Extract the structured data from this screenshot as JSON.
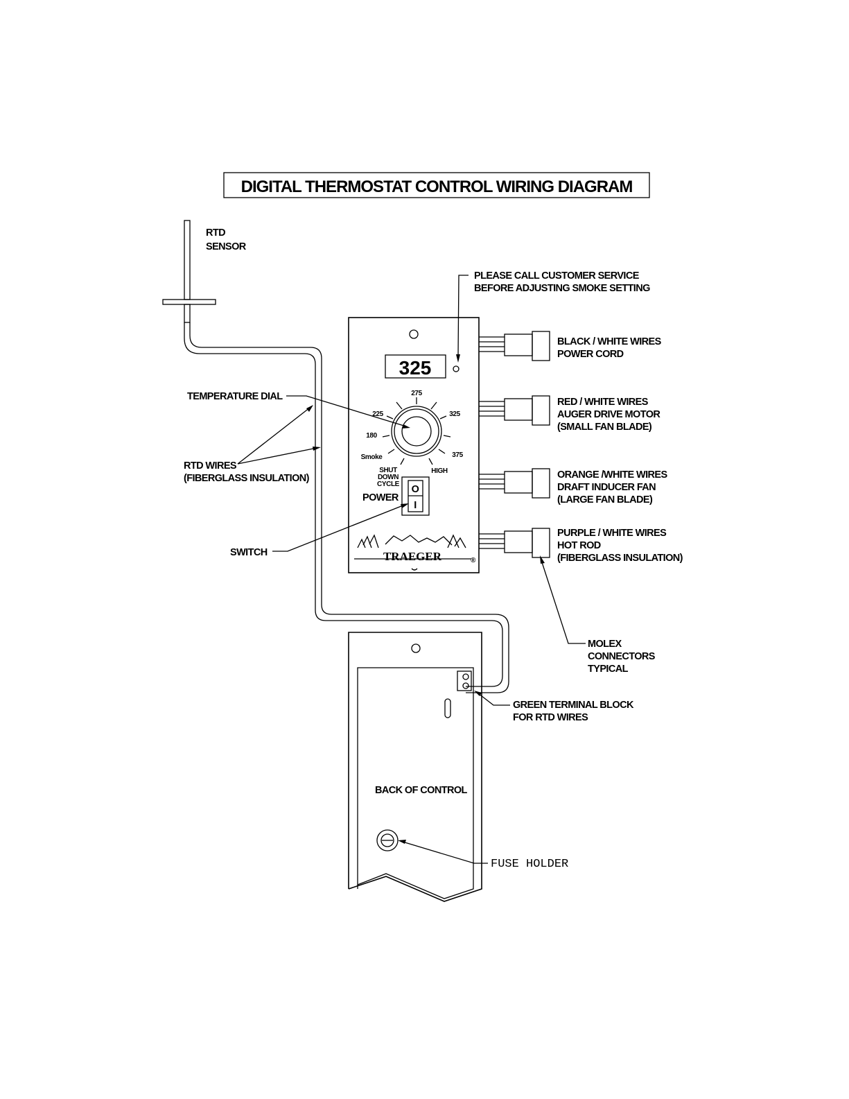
{
  "title": "DIGITAL THERMOSTAT CONTROL WIRING DIAGRAM",
  "display_value": "325",
  "labels": {
    "rtd_sensor": [
      "RTD",
      "SENSOR"
    ],
    "customer_service": [
      "PLEASE CALL CUSTOMER SERVICE",
      "BEFORE ADJUSTING SMOKE SETTING"
    ],
    "temperature_dial": "TEMPERATURE DIAL",
    "rtd_wires": [
      "RTD WIRES",
      "(FIBERGLASS INSULATION)"
    ],
    "switch": "SWITCH",
    "power": "POWER",
    "black_white": [
      "BLACK / WHITE WIRES",
      "POWER CORD"
    ],
    "red_white": [
      "RED / WHITE WIRES",
      "AUGER DRIVE MOTOR",
      "(SMALL FAN BLADE)"
    ],
    "orange_white": [
      "ORANGE /WHITE WIRES",
      "DRAFT INDUCER FAN",
      "(LARGE FAN BLADE)"
    ],
    "purple_white": [
      "PURPLE / WHITE WIRES",
      "HOT ROD",
      "(FIBERGLASS INSULATION)"
    ],
    "molex": [
      "MOLEX",
      "CONNECTORS",
      "TYPICAL"
    ],
    "terminal_block": [
      "GREEN TERMINAL BLOCK",
      "FOR RTD WIRES"
    ],
    "back_of_control": "BACK OF CONTROL",
    "fuse_holder": "FUSE  HOLDER"
  },
  "dial_ticks": {
    "t275": "275",
    "t225": "225",
    "t325": "325",
    "t180": "180",
    "t375": "375",
    "smoke": "Smoke",
    "high": "HIGH",
    "shutdown": [
      "SHUT",
      "DOWN",
      "CYCLE"
    ]
  },
  "switch_states": {
    "off": "O",
    "on": "I"
  },
  "brand": {
    "name": "TRAEGER",
    "mark": "®"
  }
}
